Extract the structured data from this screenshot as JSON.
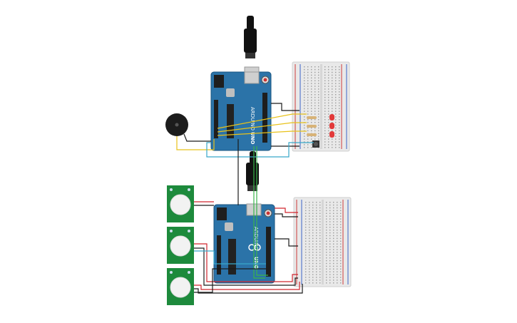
{
  "boards": [
    {
      "id": "upper",
      "logo": "ARDUINO",
      "model": "UNO"
    },
    {
      "id": "lower",
      "logo": "ARDUINO",
      "model": "UNO"
    }
  ],
  "colors": {
    "canvas": "#ffffff",
    "board": "#2b73a8",
    "board_edge": "#1a5580",
    "header": "#1e1e1e",
    "chip": "#222222",
    "usb": "#c8c8c8",
    "cable": "#111111",
    "breadboard": "#e9e9e9",
    "rail_red": "#d03a3a",
    "rail_blue": "#3a64c8",
    "pir_board": "#1d8a3c",
    "pir_lens": "#f2f2f2",
    "wire_black": "#1a1a1a",
    "wire_red": "#d0262f",
    "wire_yellow": "#e8c21a",
    "wire_cyan": "#38a7c9",
    "wire_green": "#39b54a",
    "led_red": "#e23a3a",
    "resistor": "#d8b377",
    "buzzer": "#1c1c1c"
  },
  "components": {
    "piezo": "buzzer",
    "leds": 3,
    "pir_sensors": 3
  },
  "icons": {
    "usb_plug": "usb-plug-icon",
    "arduino_logo": "infinity-logo-icon"
  }
}
